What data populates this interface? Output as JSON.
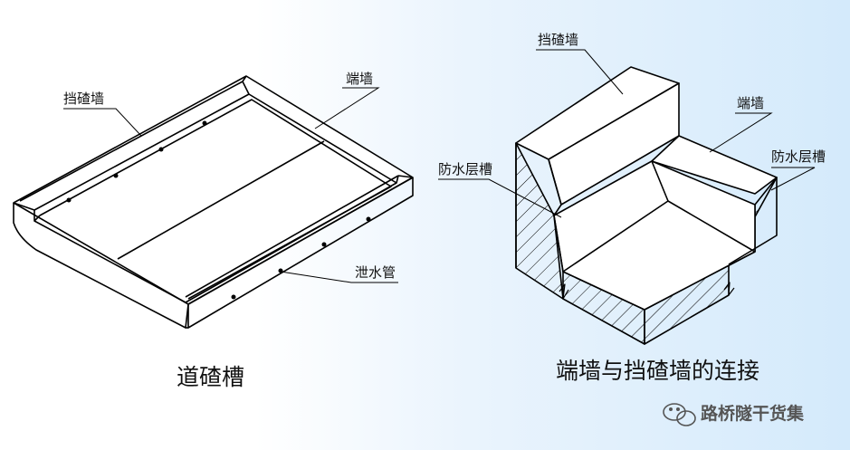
{
  "left_figure": {
    "caption": "道碴槽",
    "labels": {
      "ballast_wall": "挡碴墙",
      "end_wall": "端墙",
      "drain_pipe": "泄水管"
    }
  },
  "right_figure": {
    "caption": "端墙与挡碴墙的连接",
    "labels": {
      "ballast_wall": "挡碴墙",
      "end_wall": "端墙",
      "waterproof_groove_left": "防水层槽",
      "waterproof_groove_right": "防水层槽"
    }
  },
  "watermark": {
    "text": "路桥隧干货集",
    "icon": "wechat-icon"
  },
  "colors": {
    "line": "#000000",
    "background_light": "#ffffff",
    "background_blue": "#d4eafb",
    "watermark": "#555555"
  }
}
